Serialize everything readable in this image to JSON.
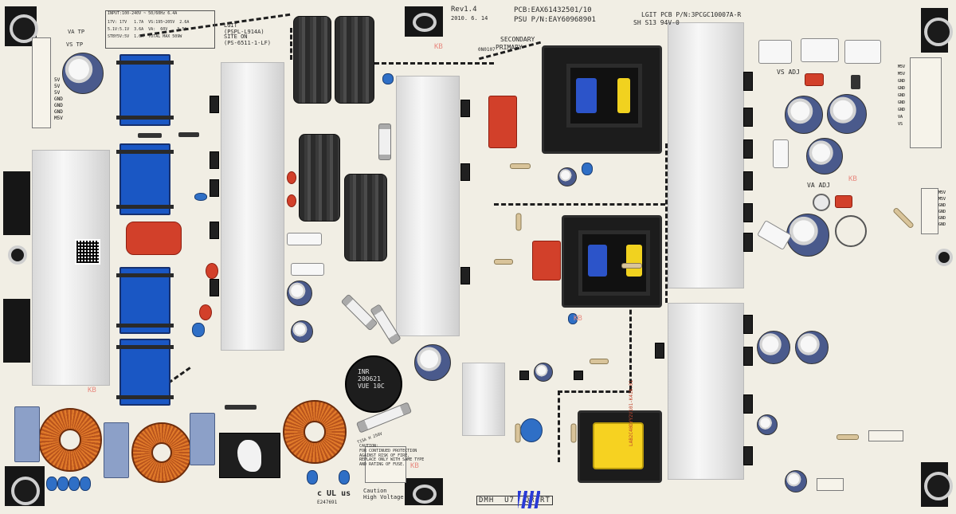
{
  "board": {
    "rev": "Rev1.4",
    "date": "2010. 6. 14",
    "pcb_number": "PCB:EAX61432501/10",
    "psu_number": "PSU P/N:EAY60968901",
    "lgit_pcb": "LGIT PCB P/N:3PCGC10007A-R",
    "sh_rating": "SH S13 94V-0",
    "secondary_label": "SECONDARY",
    "primary_label": "PRIMARY",
    "model_label": "LGIT\n(PSPL-L914A)",
    "site_label": "SITE ON\n(PS-6511-1-LF)",
    "input_spec": "INPUT:100-240V ~ 50/60Hz 6.4A",
    "output_spec_1": "17V: 17V   1.7A  VS:195~205V  2.6A",
    "output_spec_2": "5.1V:5.1V  3.6A  VA:  60V    3.5A",
    "output_spec_3": "STBY5V:5V  1.0A  TOTAL MAX 509W",
    "va_tp": "VA TP",
    "vs_tp": "VS TP",
    "vs_adj": "VS ADJ",
    "va_adj": "VA ADJ",
    "left_pins": [
      "5V",
      "5V",
      "5V",
      "GND",
      "GND",
      "GND",
      "M5V"
    ],
    "right_pins": [
      "M5V",
      "M5V",
      "GND",
      "GND",
      "GND",
      "GND",
      "GND",
      "VA",
      "VS"
    ],
    "right_pins_2": [
      "M5V",
      "M5V",
      "GND",
      "GND",
      "GND",
      "GND"
    ],
    "caution_fuse": "CAUTION:\nFOR CONTINUED PROTECTION\nAGAINST RISK OF FIRE,\nREPLACE ONLY WITH SAME TYPE\nAND RATING OF FUSE.",
    "caution_hv": "Caution\nHigh Voltage",
    "fuse_rating": "T15A H 250V",
    "thermistor": "INR\n200621\nVUE 10C",
    "ul_mark": "E247691",
    "ul_logo": "c UL us",
    "watermark": "KB",
    "serial_strip": "DMH  U7  QRCRT",
    "date_code": "0N0107",
    "barcode_label": "LAB2C40DYY2V101-K416.01"
  }
}
